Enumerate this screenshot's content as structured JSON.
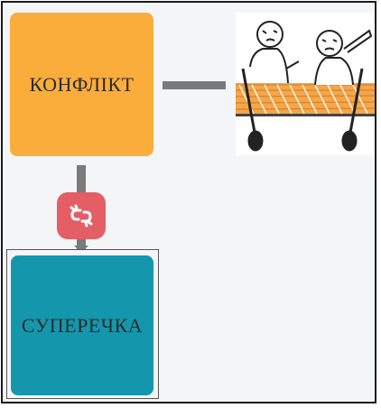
{
  "nodes": {
    "top": {
      "label": "КОНФЛІКТ",
      "color": "#fbad3b"
    },
    "bottom": {
      "label": "СУПЕРЕЧКА",
      "color": "#1497ad"
    }
  },
  "connectors": {
    "color": "#7a7a7a",
    "badge_color": "#e35f65",
    "badge_icon": "broken-link-icon"
  },
  "illustration": {
    "icon": "two-people-arguing-in-boat-illustration"
  }
}
